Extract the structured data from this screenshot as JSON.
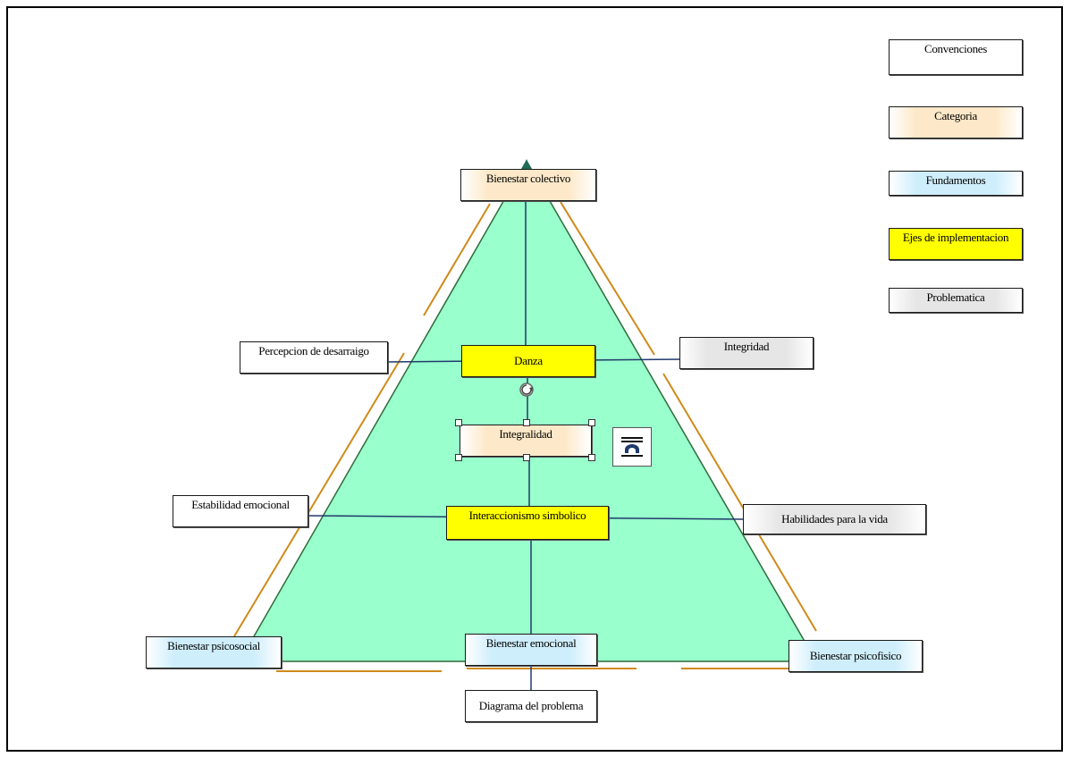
{
  "legend": {
    "title": "Convenciones",
    "categoria": "Categoria",
    "fundamentos": "Fundamentos",
    "ejes": "Ejes de implementacion",
    "problematica": "Problematica"
  },
  "nodes": {
    "apex": "Bienestar colectivo",
    "danza": "Danza",
    "integralidad": "Integralidad",
    "interaccionismo": "Interaccionismo simbolico",
    "percepcion": "Percepcion  de desarraigo",
    "integridad": "Integridad",
    "estabilidad": "Estabilidad emocional",
    "habilidades": "Habilidades  para la vida",
    "psicosocial": "Bienestar psicosocial",
    "emocional": "Bienestar emocional",
    "psicofisico": "Bienestar psicofisico",
    "diagrama": "Diagrama del problema"
  },
  "colors": {
    "triangle_fill": "#99ffcc",
    "triangle_stroke": "#2f6b3a",
    "axis_line": "#1f3a6b",
    "edge_line": "#d08a1a",
    "eje": "#ffff00",
    "categoria": "#fde9c9",
    "fundamentos": "#cfeefc",
    "problematica": "#e6e6e6"
  },
  "icons": {
    "rotate": "rotate-handle-icon",
    "wrap": "text-wrap-layout-icon"
  }
}
